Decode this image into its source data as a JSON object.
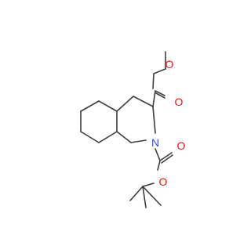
{
  "molecule": {
    "atoms": {
      "o_ester_single": {
        "symbol": "O",
        "color": "#ff0d0d"
      },
      "o_ester_double": {
        "symbol": "O",
        "color": "#ff0d0d"
      },
      "n_ring": {
        "symbol": "N",
        "color": "#3050f8"
      },
      "o_carbamate_double": {
        "symbol": "O",
        "color": "#ff0d0d"
      },
      "o_carbamate_single": {
        "symbol": "O",
        "color": "#ff0d0d"
      }
    },
    "bond_color": "#3d3d3d"
  }
}
